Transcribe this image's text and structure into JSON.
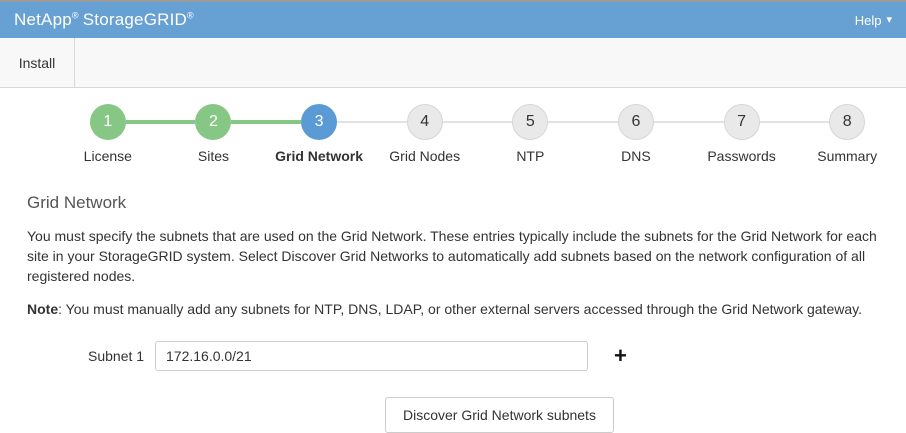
{
  "header": {
    "brand1": "NetApp",
    "reg1": "®",
    "brand2": "StorageGRID",
    "reg2": "®",
    "help_label": "Help",
    "help_caret_icon": "▾"
  },
  "tabs": {
    "install_label": "Install"
  },
  "wizard": {
    "current_step": 3,
    "steps": [
      {
        "num": "1",
        "label": "License",
        "state": "completed"
      },
      {
        "num": "2",
        "label": "Sites",
        "state": "completed"
      },
      {
        "num": "3",
        "label": "Grid Network",
        "state": "current"
      },
      {
        "num": "4",
        "label": "Grid Nodes",
        "state": "pending"
      },
      {
        "num": "5",
        "label": "NTP",
        "state": "pending"
      },
      {
        "num": "6",
        "label": "DNS",
        "state": "pending"
      },
      {
        "num": "7",
        "label": "Passwords",
        "state": "pending"
      },
      {
        "num": "8",
        "label": "Summary",
        "state": "pending"
      }
    ]
  },
  "main": {
    "title": "Grid Network",
    "description": "You must specify the subnets that are used on the Grid Network. These entries typically include the subnets for the Grid Network for each site in your StorageGRID system. Select Discover Grid Networks to automatically add subnets based on the network configuration of all registered nodes.",
    "note_label": "Note",
    "note_text": ": You must manually add any subnets for NTP, DNS, LDAP, or other external servers accessed through the Grid Network gateway.",
    "subnet": {
      "label": "Subnet 1",
      "value": "172.16.0.0/21",
      "add_icon": "+"
    },
    "discover_button": "Discover Grid Network subnets"
  },
  "colors": {
    "header_blue": "#67a0d2",
    "step_completed_green": "#86c786",
    "step_current_blue": "#5b9bd5",
    "pending_gray": "#e9e9e9"
  }
}
